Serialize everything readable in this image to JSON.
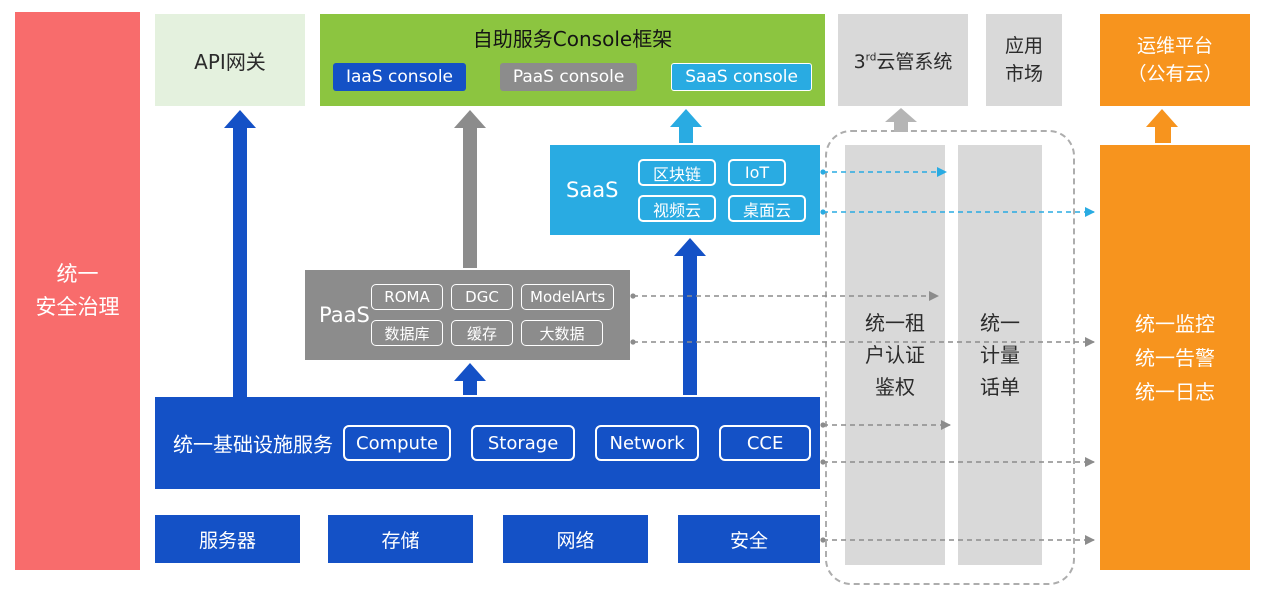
{
  "colors": {
    "blue": "#1451C6",
    "cyan": "#29ABE2",
    "gray": "#8C8C8C",
    "light_gray": "#D9D9D9",
    "green": "#8CC540",
    "pale_green": "#E4F1DE",
    "orange": "#F7941E",
    "red": "#F86C6C"
  },
  "security_bar": {
    "label": "统一\n安全治理"
  },
  "api_gateway": {
    "label": "API网关"
  },
  "console_frame": {
    "title": "自助服务Console框架",
    "badges": [
      "IaaS console",
      "PaaS console",
      "SaaS console"
    ]
  },
  "third_party_cmp": {
    "prefix": "3",
    "sup": "rd",
    "suffix": "云管系统"
  },
  "app_market": {
    "label": "应用\n市场"
  },
  "ops_platform": {
    "label": "运维平台\n（公有云）"
  },
  "saas": {
    "label": "SaaS",
    "badges": [
      "区块链",
      "IoT",
      "视频云",
      "桌面云"
    ]
  },
  "paas": {
    "label": "PaaS",
    "badges": [
      "ROMA",
      "DGC",
      "ModelArts",
      "数据库",
      "缓存",
      "大数据"
    ]
  },
  "infra": {
    "label": "统一基础设施服务",
    "badges": [
      "Compute",
      "Storage",
      "Network",
      "CCE"
    ]
  },
  "bottom_row": [
    "服务器",
    "存储",
    "网络",
    "安全"
  ],
  "auth_column": {
    "label": "统一租\n户认证\n鉴权"
  },
  "metering_column": {
    "label": "统一\n计量\n话单"
  },
  "monitoring": {
    "label": "统一监控\n统一告警\n统一日志"
  }
}
